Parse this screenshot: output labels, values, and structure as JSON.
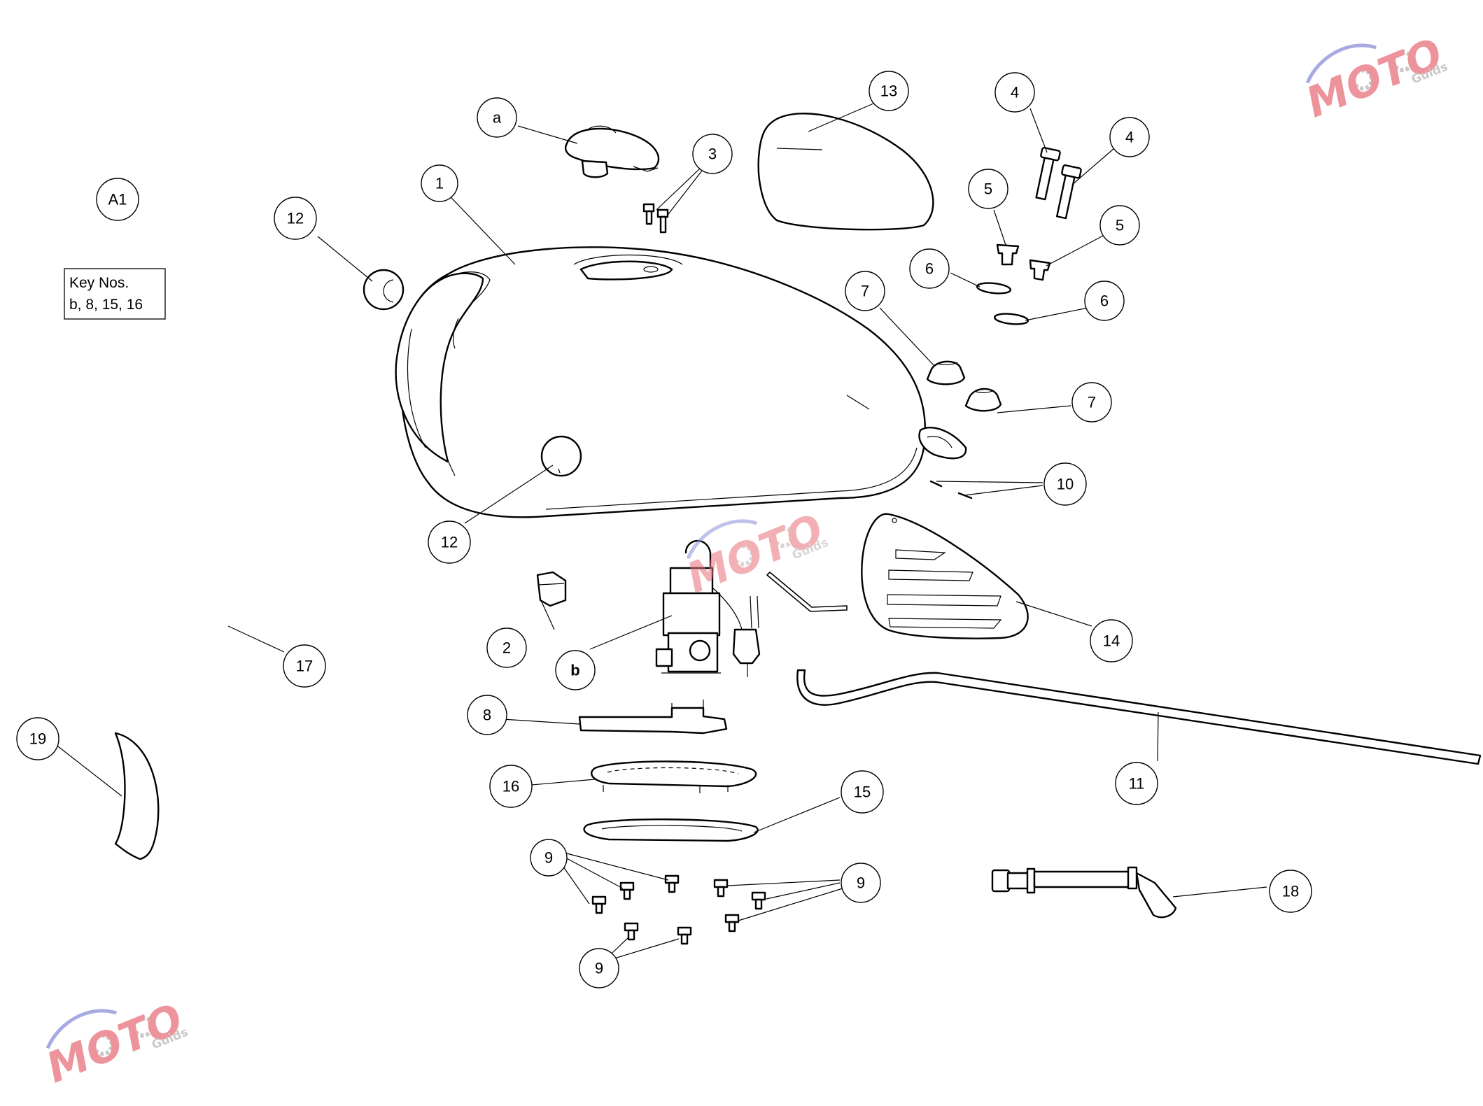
{
  "figure_label": "A1",
  "key_box": {
    "line1": "Key Nos.",
    "line2": "b, 8, 15, 16"
  },
  "callouts": {
    "c_a": "a",
    "c_b": "b",
    "c_1": "1",
    "c_2": "2",
    "c_3": "3",
    "c_4a": "4",
    "c_4b": "4",
    "c_5a": "5",
    "c_5b": "5",
    "c_6a": "6",
    "c_6b": "6",
    "c_7a": "7",
    "c_7b": "7",
    "c_8": "8",
    "c_9a": "9",
    "c_9b": "9",
    "c_9c": "9",
    "c_10": "10",
    "c_11": "11",
    "c_12a": "12",
    "c_12b": "12",
    "c_13": "13",
    "c_14": "14",
    "c_15": "15",
    "c_16": "16",
    "c_17": "17",
    "c_18": "18",
    "c_19": "19"
  },
  "watermark": {
    "logo": "MOTO",
    "sub": "Guids"
  },
  "colors": {
    "line": "#000000",
    "background": "#ffffff",
    "watermark_red": "#e8707a",
    "watermark_blue": "#8a8fd8",
    "watermark_gray": "#b8b8b8"
  }
}
